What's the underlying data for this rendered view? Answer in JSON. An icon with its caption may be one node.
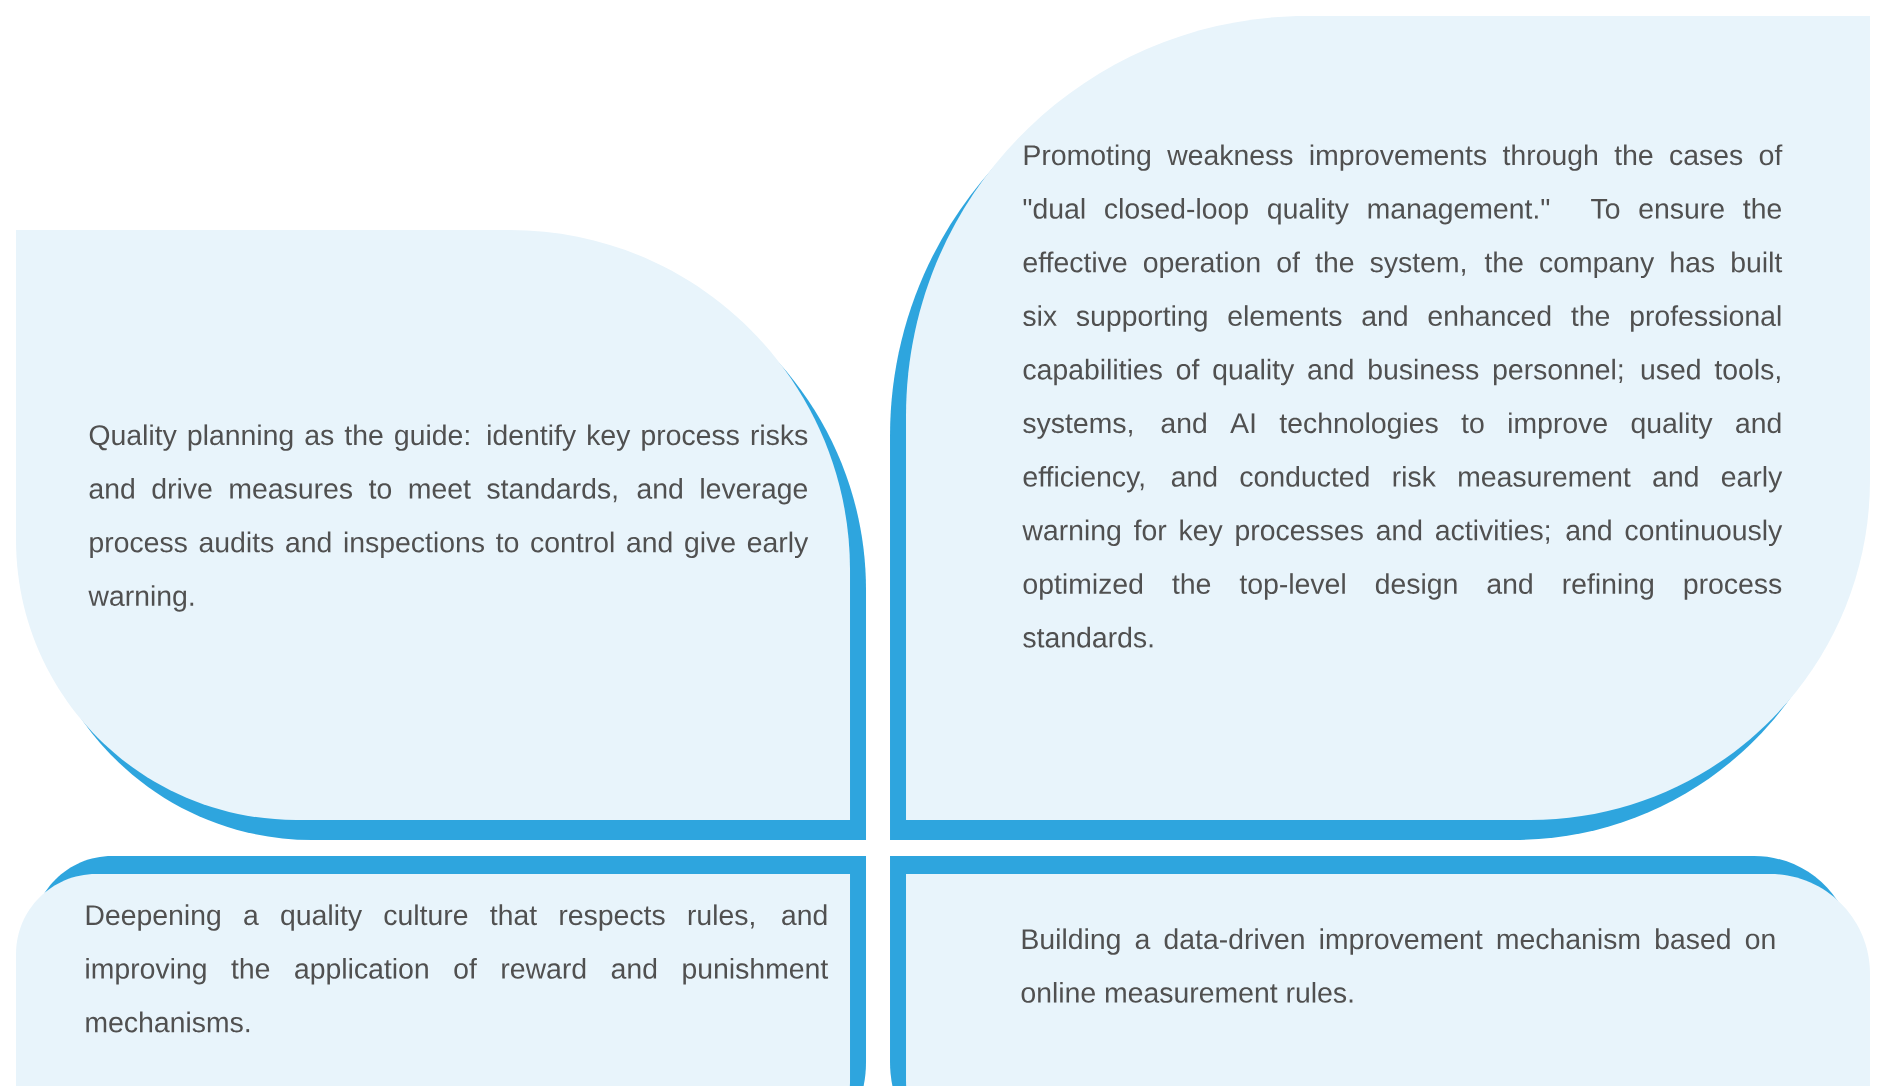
{
  "diagram": {
    "nodes": [
      {
        "text": [
          "Quality planning as the guide: identify key process risks and drive measures to meet standards, and leverage process audits and inspections to control and give early warning."
        ]
      },
      {
        "text": [
          "Promoting weakness improvements through the cases of \"dual closed-loop quality management.\" To ensure the effective operation of the system, the company has built six supporting elements and enhanced the professional capabilities of quality and business personnel; used tools, systems, and AI technologies to improve quality and efficiency, and conducted risk measurement and early warning for key processes and activities; and continuously optimized the top-level design and refining process standards."
        ]
      },
      {
        "text": [
          "Deepening a quality culture that respects rules, and improving the application of reward and punishment mechanisms."
        ]
      },
      {
        "text": [
          "Building a data-driven improvement mechanism based on online measurement rules."
        ]
      }
    ]
  }
}
